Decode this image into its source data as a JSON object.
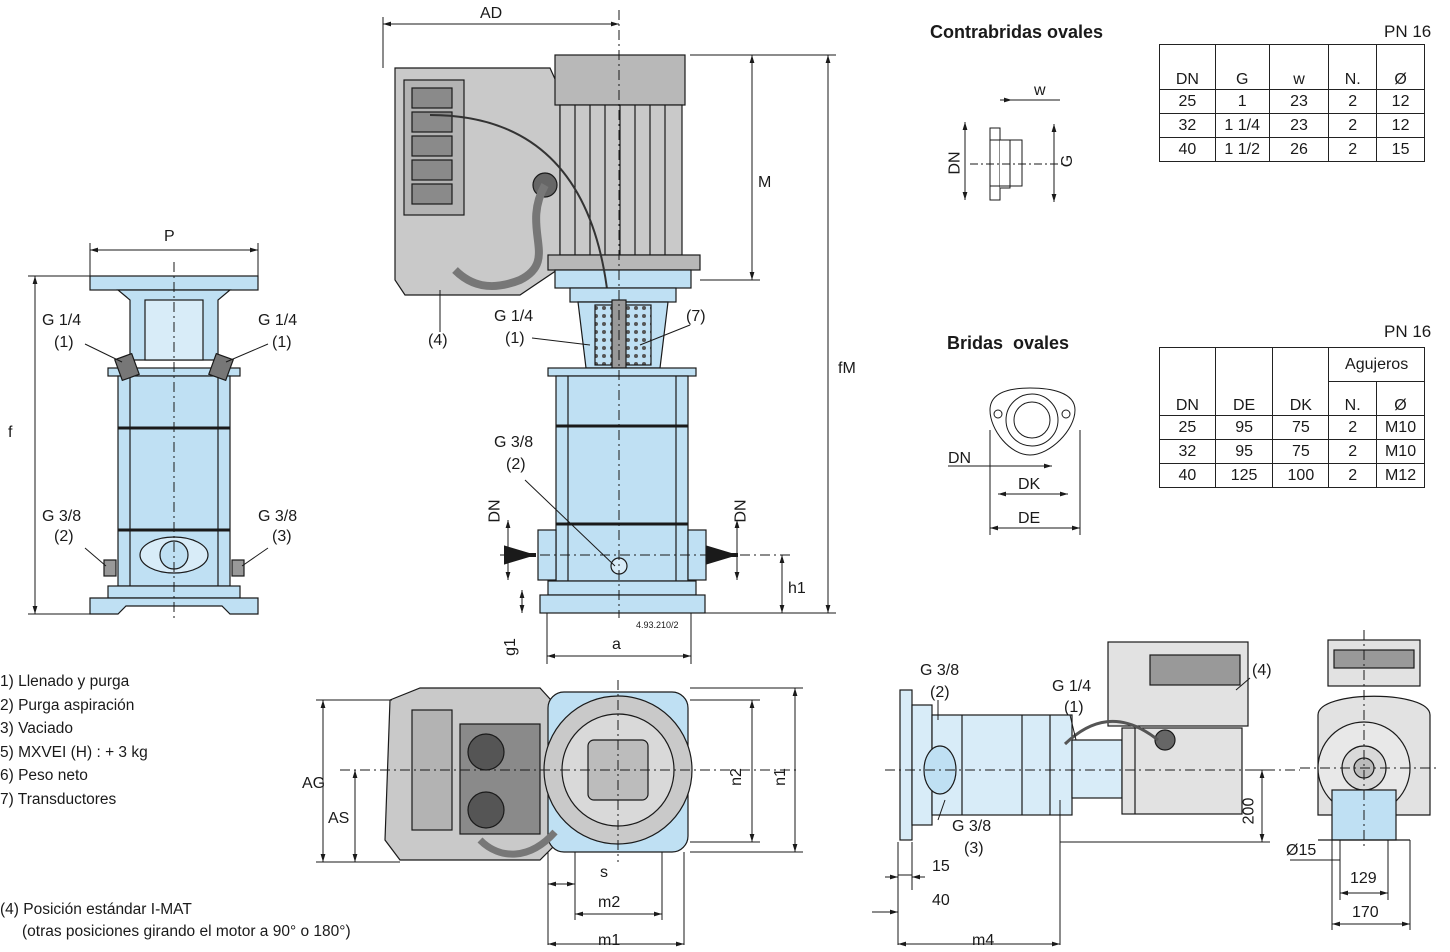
{
  "contrabridas": {
    "title": "Contrabridas ovales",
    "pn": "PN 16",
    "headers": [
      "DN",
      "G",
      "w",
      "N.",
      "Ø"
    ],
    "rows": [
      [
        "25",
        "1",
        "23",
        "2",
        "12"
      ],
      [
        "32",
        "1 1/4",
        "23",
        "2",
        "12"
      ],
      [
        "40",
        "1 1/2",
        "26",
        "2",
        "15"
      ]
    ],
    "sketch_labels": {
      "w": "w",
      "dn": "DN",
      "g": "G"
    }
  },
  "bridas": {
    "title": "Bridas  ovales",
    "pn": "PN 16",
    "group_header": "Agujeros",
    "headers": [
      "DN",
      "DE",
      "DK",
      "N.",
      "Ø"
    ],
    "rows": [
      [
        "25",
        "95",
        "75",
        "2",
        "M10"
      ],
      [
        "32",
        "95",
        "75",
        "2",
        "M10"
      ],
      [
        "40",
        "125",
        "100",
        "2",
        "M12"
      ]
    ],
    "sketch_labels": {
      "dn": "DN",
      "dk": "DK",
      "de": "DE"
    }
  },
  "legend": {
    "items": [
      "1) Llenado y purga",
      "2) Purga aspiración",
      "3) Vaciado",
      "5) MXVEI  (H) : + 3 kg",
      "6) Peso neto",
      "7) Transductores"
    ],
    "position_note": "(4) Posición estándar I-MAT",
    "position_note_2": "(otras posiciones girando el motor a 90° o 180°)"
  },
  "front_view": {
    "p": "P",
    "f": "f",
    "g14_left": "G 1/4",
    "n1_left": "(1)",
    "g14_right": "G 1/4",
    "n1_right": "(1)",
    "g38_left": "G 3/8",
    "n2_left": "(2)",
    "g38_right": "G 3/8",
    "n3_right": "(3)"
  },
  "side_view": {
    "ad": "AD",
    "m": "M",
    "fm": "fM",
    "n4": "(4)",
    "g14": "G 1/4",
    "n1": "(1)",
    "n7": "(7)",
    "g38": "G 3/8",
    "n2": "(2)",
    "dn_left": "DN",
    "dn_right": "DN",
    "h1": "h1",
    "g1": "g1",
    "a": "a",
    "drawing_code": "4.93.210/2"
  },
  "top_view": {
    "ag": "AG",
    "as": "AS",
    "n2": "n2",
    "n1": "n1",
    "s": "s",
    "m2": "m2",
    "m1": "m1"
  },
  "horizontal_view": {
    "g38_top": "G 3/8",
    "n2_top": "(2)",
    "g14": "G 1/4",
    "n1": "(1)",
    "n4": "(4)",
    "g38_bottom": "G 3/8",
    "n3_bottom": "(3)",
    "d200": "200",
    "d15": "15",
    "d40": "40",
    "m4": "m4"
  },
  "end_view": {
    "phi15": "Ø15",
    "d129": "129",
    "d170": "170"
  },
  "colors": {
    "pump_blue": "#bfe0f3",
    "motor_grey": "#c9c9c9",
    "motor_dark": "#8a8a8a",
    "line": "#1a1a1a"
  }
}
